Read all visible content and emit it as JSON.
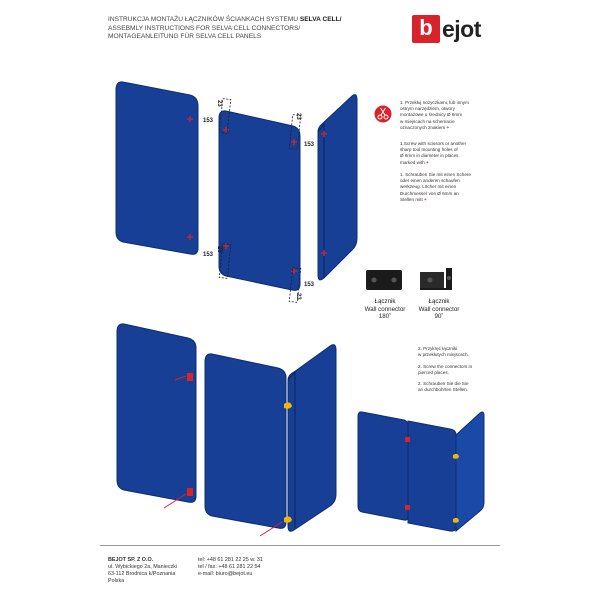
{
  "header": {
    "line1_prefix": "INSTRUKCJA MONTAŻU ŁĄCZNIKÓW ŚCIANKACH SYSTEMU ",
    "line1_brand": "SELVA CELL/",
    "line2": "ASSEBMLY INSTRUCTIONS FOR SELVA CELL CONNECTORS/",
    "line3": "MONTAGEANLEITUNG FÜR SELVA CELL PANELS"
  },
  "logo": {
    "mark": "b",
    "text": "ejot"
  },
  "dimensions": {
    "d23": "23",
    "d153": "153"
  },
  "step1": {
    "pl_a": "1. Przekłuj nożyczkami, lub innym",
    "pl_b": "ostrym narzędziem, otwory",
    "pl_c": "montażowe o średnicy Ø 6mm",
    "pl_d": "w miejscach na schemacie",
    "pl_e": "oznaczonych znakiem",
    "en_a": "1.Screw with scissors or another",
    "en_b": "sharp tool mounting holes of",
    "en_c": "Ø 6mm in diameter in places",
    "en_d": "marked with",
    "de_a": "1. Schrauben Sie mit einen Schere",
    "de_b": "oder einen anderen schaufen",
    "de_c": "werkzeug. Löcher mit einen",
    "de_d": "Durchmesser von Ø 6mm an",
    "de_e": "Stellen mitt",
    "plus": "+"
  },
  "connectors": {
    "c180_a": "Łącznik",
    "c180_b": "Wall connector",
    "c180_c": "180˚",
    "c90_a": "Łącznik",
    "c90_b": "Wall connector",
    "c90_c": "90˚"
  },
  "step2": {
    "pl_a": "2. Przykręć łączniki",
    "pl_b": "w przekłutych miejscach.",
    "en_a": "2. Screw the connectors in",
    "en_b": "pierced places.",
    "de_a": "2. Schrauben Sie die Sie",
    "de_b": "an durchbohrten Stellen."
  },
  "footer": {
    "company": "BEJOT SP. Z O.O.",
    "addr1": "ul. Wybickiego 2a, Manieczki",
    "addr2": "63-112 Brodnica k/Poznania",
    "addr3": "Polska",
    "tel1": "tel: +48 61 281 22 25 w. 31",
    "tel2": "tel / fax: +48 61 281 22 54",
    "email": "e-mail: biuro@bejot.eu"
  },
  "colors": {
    "panel": "#163f95",
    "panel_edge": "#0e2d72",
    "mark": "#d8232a",
    "connector_yellow": "#f2b705"
  }
}
